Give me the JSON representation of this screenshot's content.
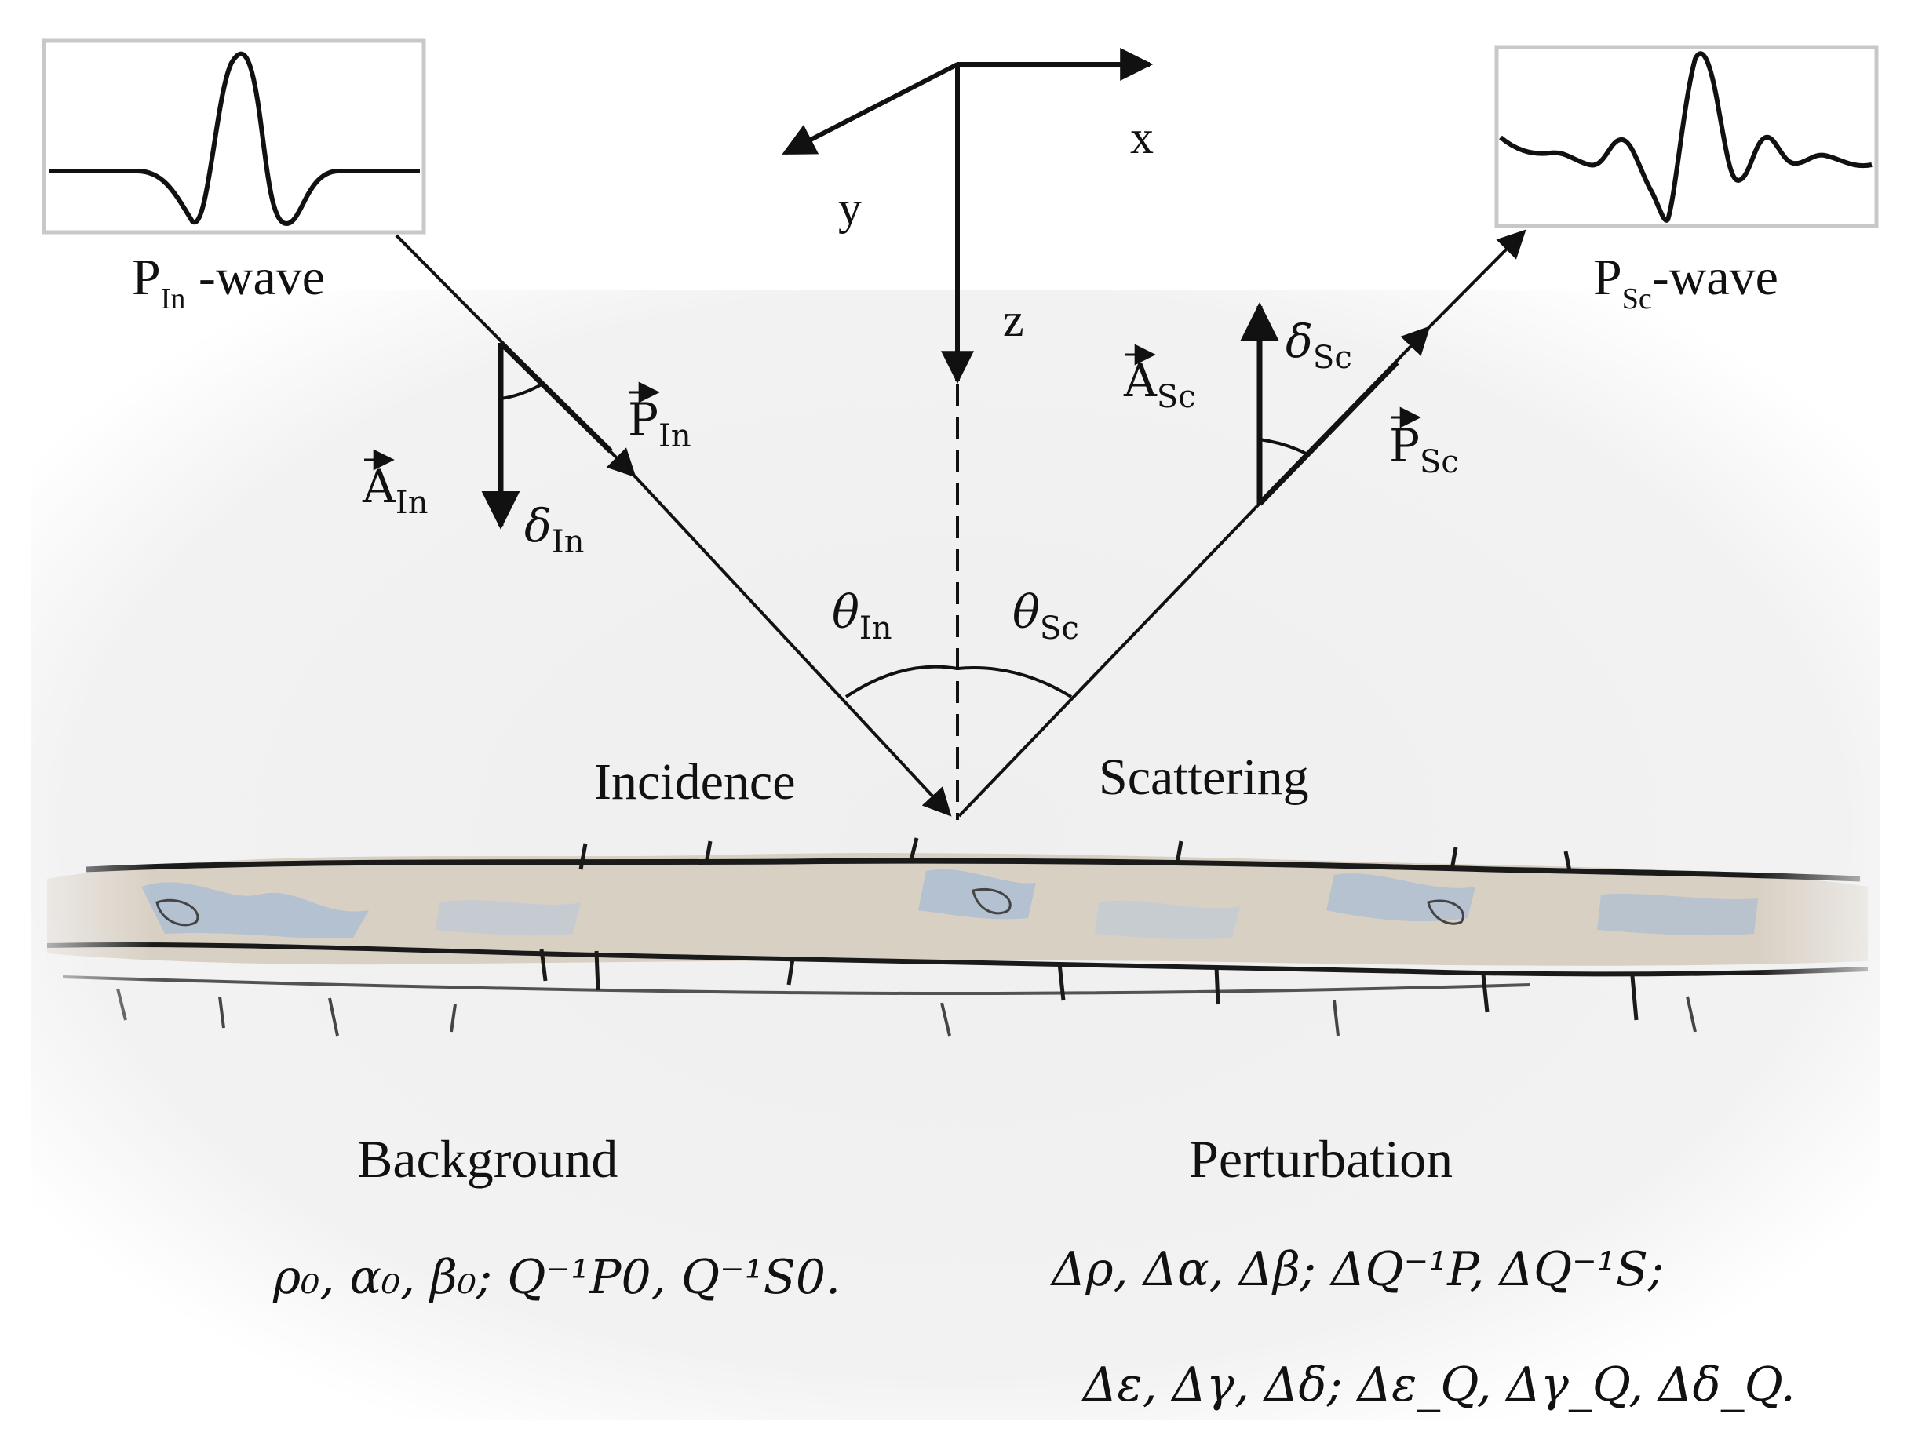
{
  "waves": {
    "incident": {
      "base": "P",
      "sub": "In",
      "suffix": " -wave"
    },
    "scattered": {
      "base": "P",
      "sub": "Sc",
      "suffix": "-wave"
    }
  },
  "axes": {
    "x": "x",
    "y": "y",
    "z": "z"
  },
  "vectors": {
    "p_in": {
      "base": "P",
      "sub": "In"
    },
    "a_in": {
      "base": "A",
      "sub": "In"
    },
    "p_sc": {
      "base": "P",
      "sub": "Sc"
    },
    "a_sc": {
      "base": "A",
      "sub": "Sc"
    }
  },
  "angles": {
    "delta_in": {
      "base": "δ",
      "sub": "In"
    },
    "delta_sc": {
      "base": "δ",
      "sub": "Sc"
    },
    "theta_in": {
      "base": "θ",
      "sub": "In"
    },
    "theta_sc": {
      "base": "θ",
      "sub": "Sc"
    }
  },
  "labels": {
    "incidence": "Incidence",
    "scattering": "Scattering",
    "background": "Background",
    "perturbation": "Perturbation"
  },
  "parameters": {
    "background": "ρ₀, α₀, β₀; Q⁻¹P0, Q⁻¹S0.",
    "perturbation_line1": "Δρ, Δα,  Δβ; ΔQ⁻¹P, ΔQ⁻¹S;",
    "perturbation_line2": "Δε,  Δγ, Δδ; Δε_Q, Δγ_Q, Δδ_Q."
  },
  "colors": {
    "line": "#111111",
    "background_panel": "#f0f0f0",
    "rock": "#d8cfc2",
    "fluid": "#9fb6cf",
    "crack": "#1a1a1a"
  }
}
